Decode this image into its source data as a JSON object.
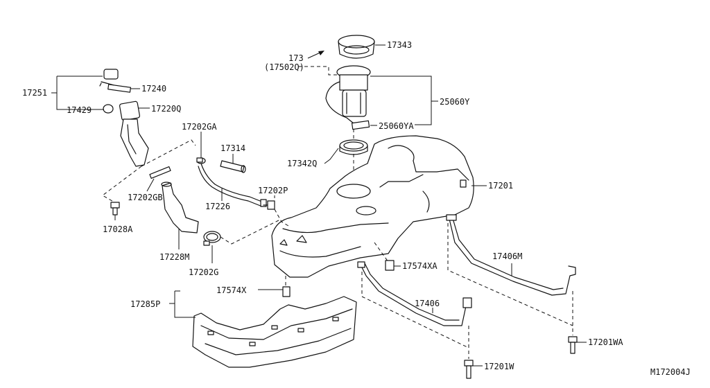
{
  "diagram_id": "M172004J",
  "labels": {
    "p17343": "17343",
    "p173": "173",
    "p17502q": "(17502Q)",
    "p17251": "17251",
    "p17240": "17240",
    "p17429": "17429",
    "p17220q": "17220Q",
    "p25060y": "25060Y",
    "p25060ya": "25060YA",
    "p17202ga": "17202GA",
    "p17314": "17314",
    "p17342q": "17342Q",
    "p17201": "17201",
    "p17202p": "17202P",
    "p17226": "17226",
    "p17202gb": "17202GB",
    "p17028a": "17028A",
    "p17228m": "17228M",
    "p17202g": "17202G",
    "p17574xa": "17574XA",
    "p17406m": "17406M",
    "p17574x": "17574X",
    "p17285p": "17285P",
    "p17406": "17406",
    "p17201wa": "17201WA",
    "p17201w": "17201W"
  }
}
